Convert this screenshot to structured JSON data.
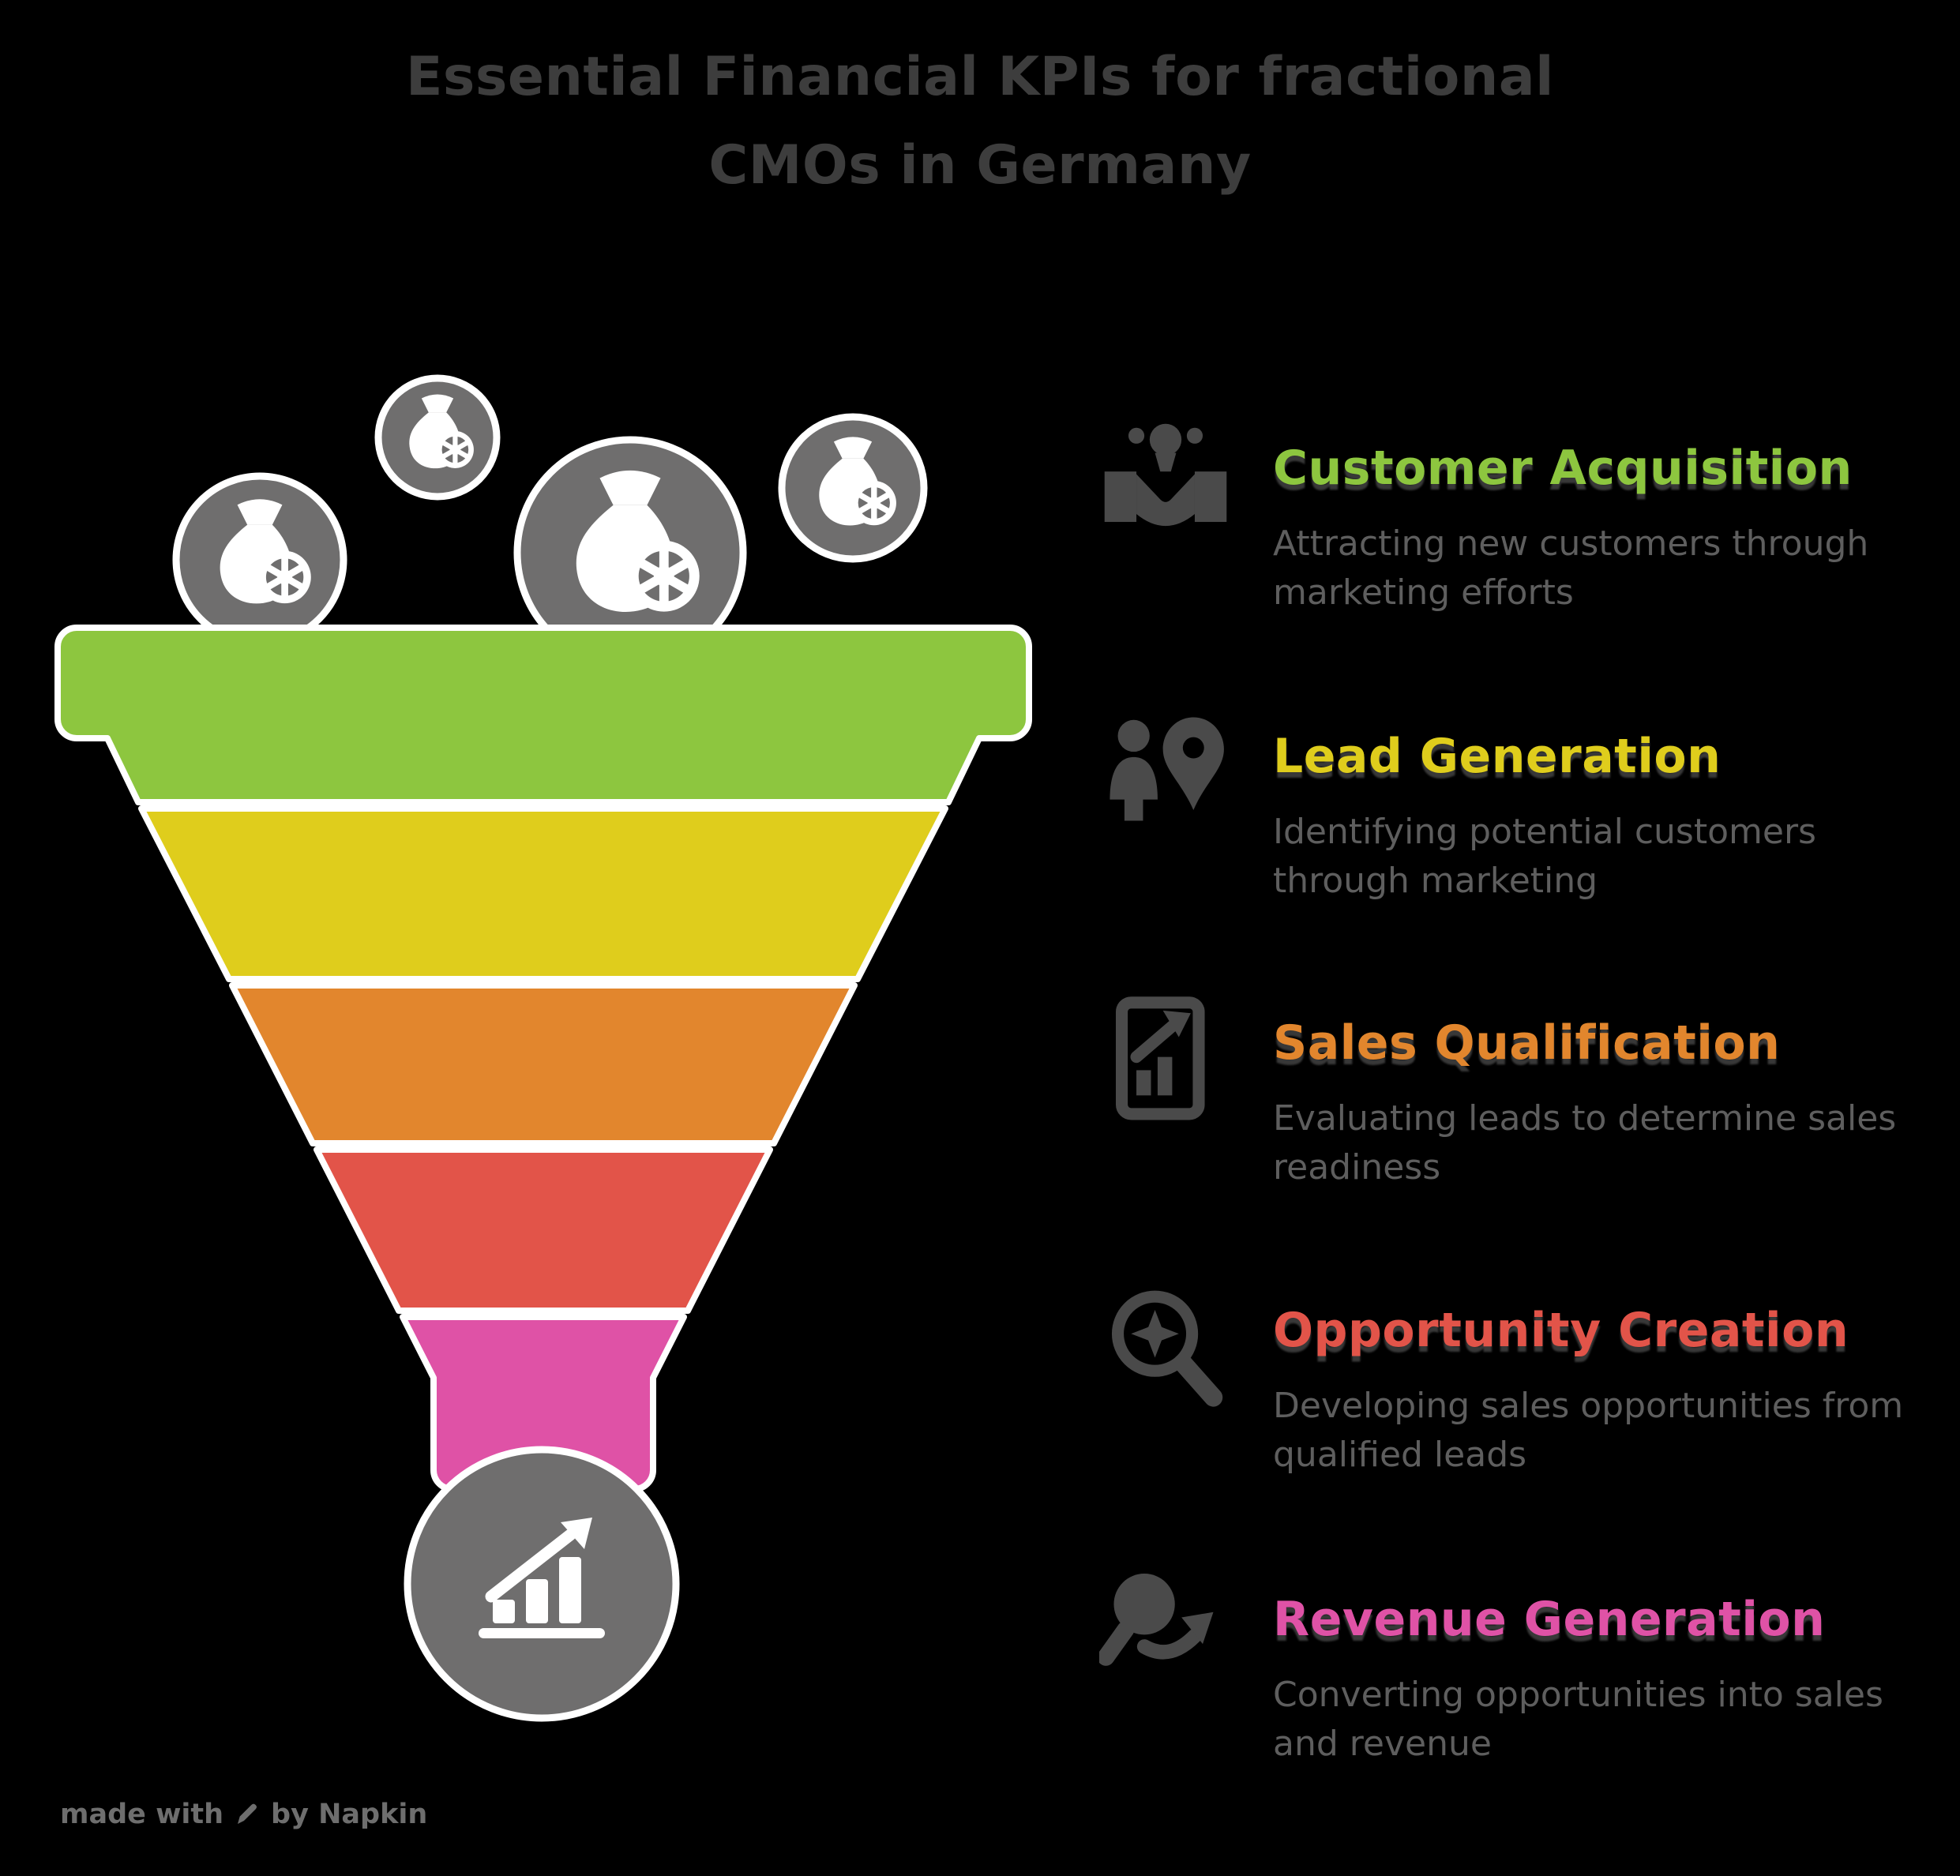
{
  "title": {
    "line1": "Essential Financial KPIs for fractional",
    "line2": "CMOs in Germany"
  },
  "sections": [
    {
      "title": "Customer Acquisition",
      "description": "Attracting new customers through marketing efforts",
      "color": "#8DC63F",
      "icon": "person-handshake-icon"
    },
    {
      "title": "Lead Generation",
      "description": "Identifying potential customers through marketing",
      "color": "#DFCD1C",
      "icon": "person-location-pin-icon"
    },
    {
      "title": "Sales Qualification",
      "description": "Evaluating leads to determine sales readiness",
      "color": "#E2862D",
      "icon": "document-growth-chart-icon"
    },
    {
      "title": "Opportunity Creation",
      "description": "Developing sales opportunities from qualified leads",
      "color": "#E25449",
      "icon": "magnifier-target-icon"
    },
    {
      "title": "Revenue Generation",
      "description": "Converting opportunities into sales and revenue",
      "color": "#DF52A6",
      "icon": "coin-growth-arrow-icon"
    }
  ],
  "funnel": {
    "money_bag_count": 4,
    "money_bag_icon": "money-bag-coin-icon",
    "output_icon": "growth-chart-icon"
  },
  "palette": {
    "background": "#000000",
    "title_gray": "#3D3D3D",
    "description_gray": "#5E5E5E",
    "icon_gray": "#4A4A4A",
    "circle_gray": "#6F6E6E",
    "outline_white": "#FFFFFF",
    "watermark_gray": "#6E6E6E"
  },
  "footer": {
    "prefix": "made with",
    "suffix": "by Napkin",
    "icon": "pen-icon"
  }
}
